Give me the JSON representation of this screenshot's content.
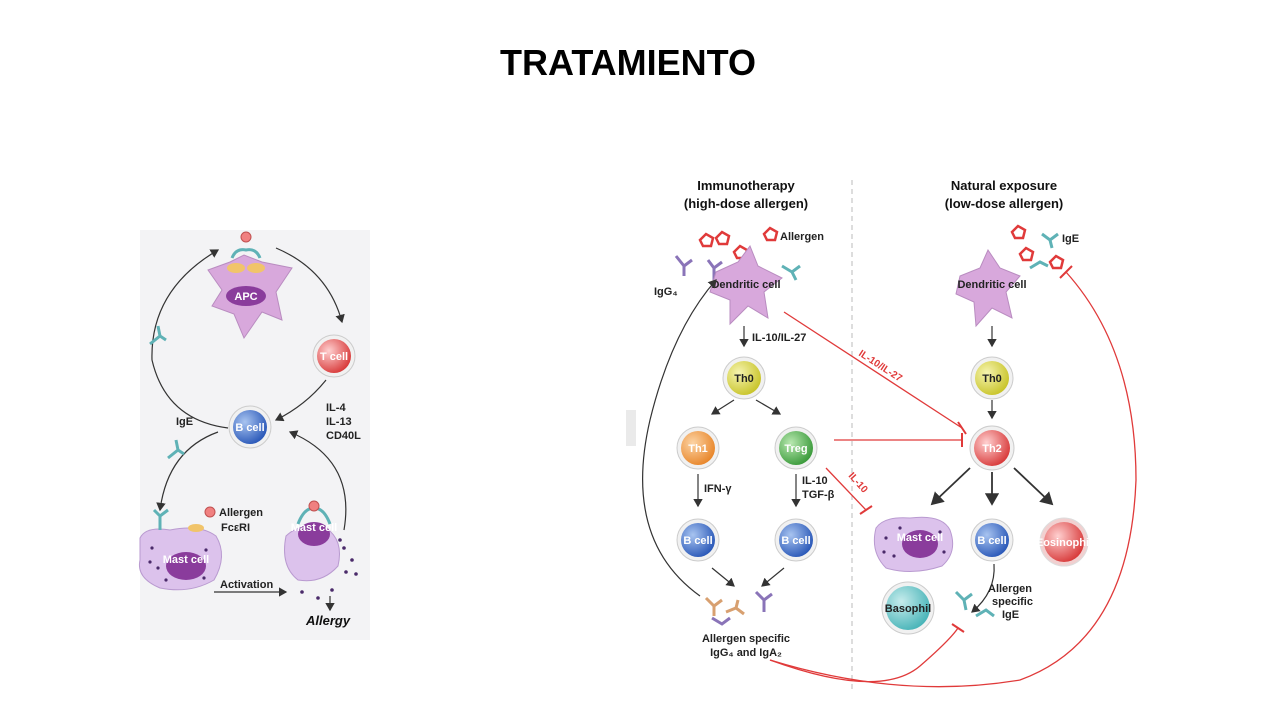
{
  "title": "TRATAMIENTO",
  "left_diagram": {
    "apc": "APC",
    "t_cell": "T cell",
    "b_cell": "B cell",
    "cytokines": [
      "IL-4",
      "IL-13",
      "CD40L"
    ],
    "ige": "IgE",
    "allergen": "Allergen",
    "fceri": "FcεRI",
    "mast_cell_1": "Mast cell",
    "mast_cell_2": "Mast cell",
    "activation": "Activation",
    "allergy": "Allergy"
  },
  "right_diagram": {
    "header_left": [
      "Immunotherapy",
      "(high-dose allergen)"
    ],
    "header_right": [
      "Natural exposure",
      "(low-dose allergen)"
    ],
    "allergen": "Allergen",
    "igg4": "IgG₄",
    "ige": "IgE",
    "dendritic_left": "Dendritic cell",
    "dendritic_right": "Dendritic cell",
    "il10_il27_down": "IL-10/IL-27",
    "il10_il27_diag": "IL-10/IL-27",
    "th0_left": "Th0",
    "th0_right": "Th0",
    "th1": "Th1",
    "treg": "Treg",
    "th2": "Th2",
    "ifn": "IFN-γ",
    "il10_tgf": [
      "IL-10",
      "TGF-β"
    ],
    "il10_red": "IL-10",
    "b_cell_1": "B cell",
    "b_cell_2": "B cell",
    "b_cell_3": "B cell",
    "mast_cell": "Mast cell",
    "eosinophil": "Eosinophil",
    "basophil": "Basophil",
    "allergen_specific_ige": [
      "Allergen",
      "specific",
      "IgE"
    ],
    "allergen_specific_igg": [
      "Allergen specific",
      "IgG₄ and IgA₂"
    ]
  }
}
